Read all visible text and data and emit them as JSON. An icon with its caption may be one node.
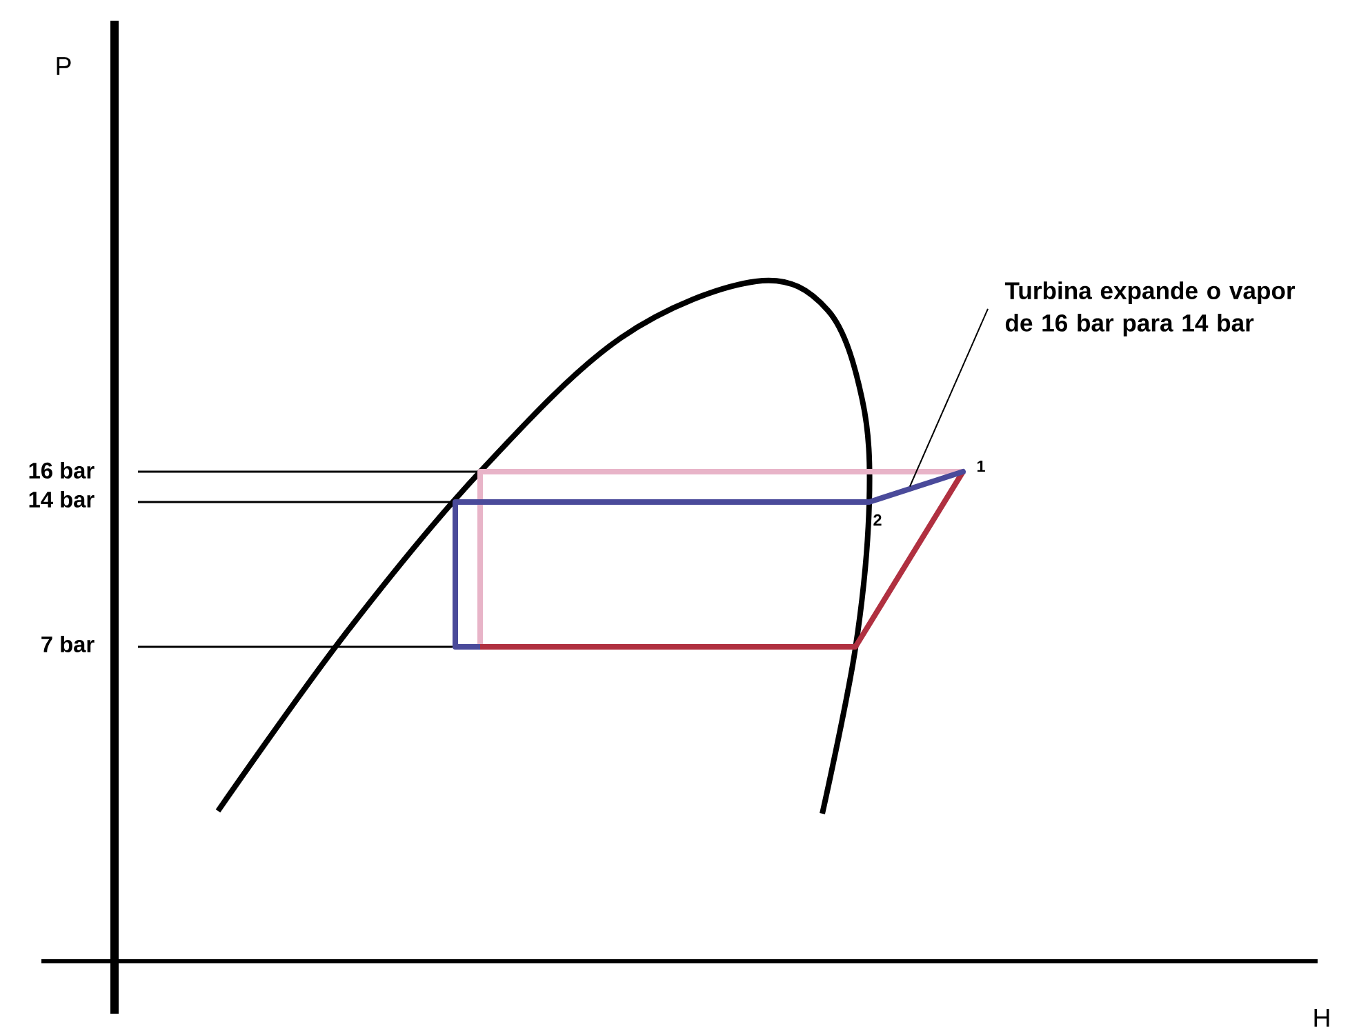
{
  "diagram": {
    "nodes": [
      {
        "text": [
          "Turbina expande o vapor de 16 bar para 14 bar"
        ]
      },
      {
        "text": [],
        "shape": "line"
      }
    ],
    "edges": [
      {
        "from": 0,
        "to": 1,
        "arrow": "none"
      }
    ],
    "labels": [
      "P",
      "16 bar",
      "14 bar",
      "7 bar",
      "1",
      "2",
      "H"
    ]
  }
}
